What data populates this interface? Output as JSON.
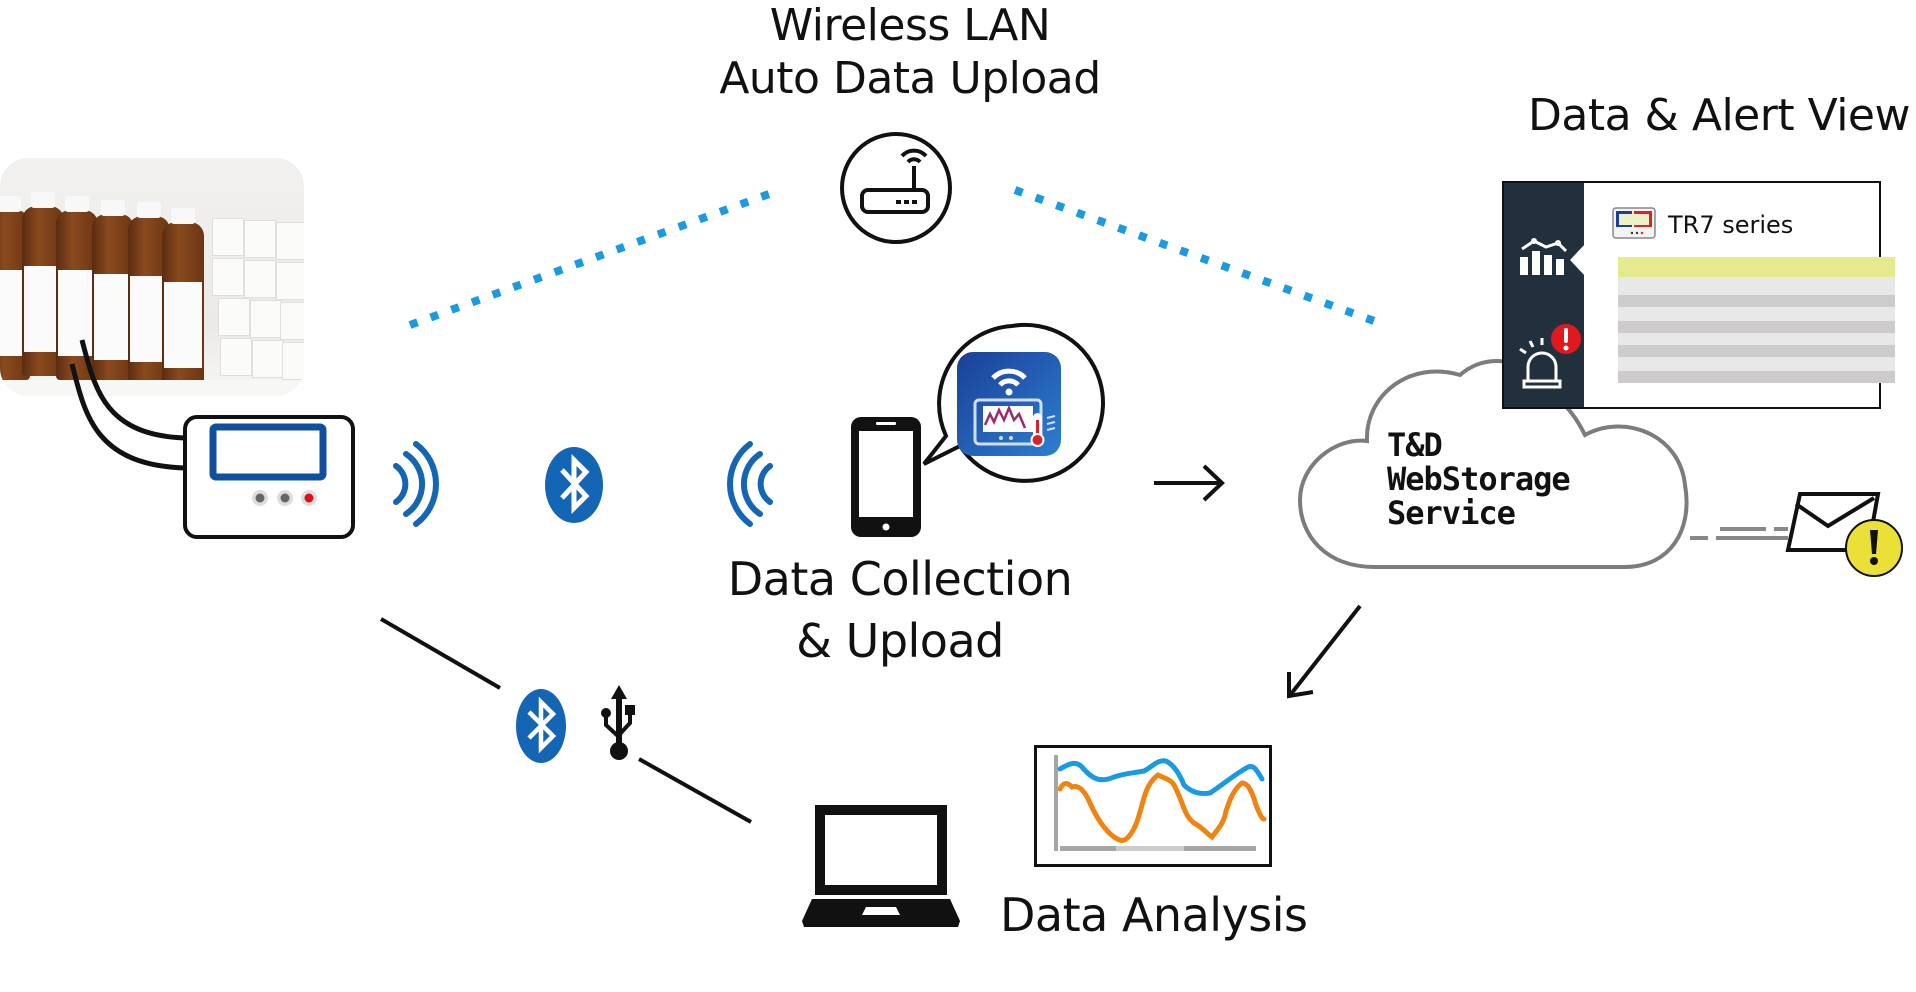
{
  "diagram": {
    "labels": {
      "wireless_line1": "Wireless LAN",
      "wireless_line2": "Auto Data Upload",
      "collection_line1": "Data Collection",
      "collection_line2": "& Upload",
      "alert_view": "Data & Alert View",
      "analysis": "Data Analysis"
    },
    "cloud": {
      "line1": "T&D",
      "line2": "WebStorage",
      "line3": "Service"
    },
    "panel": {
      "device_title": "TR7 series",
      "highlight_color": "#e6ea8f",
      "row_colors": [
        "#e8e8e8",
        "#cdcbcb"
      ],
      "sidebar_color": "#22303e",
      "alert_badge_color": "#e0191f"
    },
    "colors": {
      "bluetooth_blue": "#1565b5",
      "wifi_dots": "#1a9ae0",
      "analysis_series_1": "#1a9ae0",
      "analysis_series_2": "#ef8412",
      "warning_yellow": "#ebe035",
      "logger_screen_blue": "#0f4f9e"
    },
    "icons": [
      "bottles-photo",
      "data-logger-icon",
      "radio-waves-icon",
      "bluetooth-icon",
      "smartphone-icon",
      "app-icon",
      "router-icon",
      "cloud-icon",
      "chart-icon",
      "alarm-icon",
      "email-alert-icon",
      "laptop-icon",
      "usb-icon",
      "graph-icon",
      "arrow-right-icon",
      "arrow-down-left-icon"
    ]
  }
}
